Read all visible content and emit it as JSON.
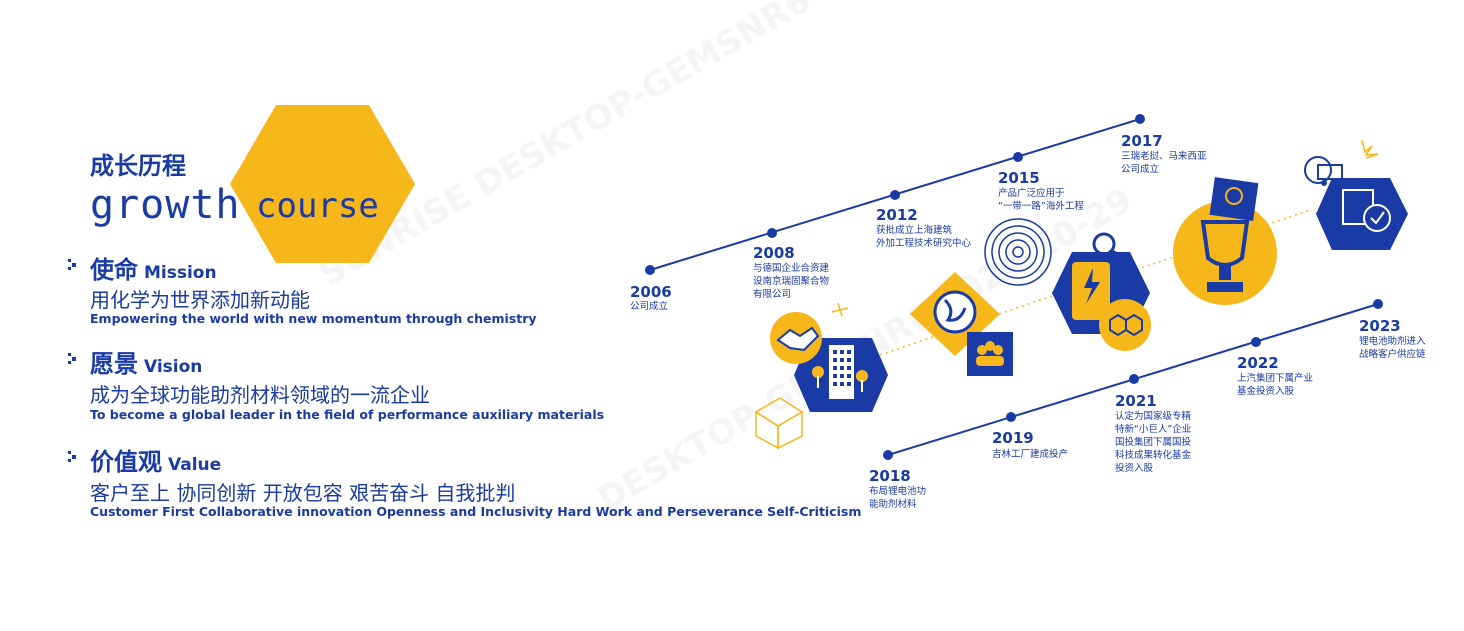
{
  "header": {
    "title_cn": "成长历程",
    "title_en_1": "growth",
    "title_en_2": "course"
  },
  "sections": [
    {
      "cn_head": "使命",
      "en_head": "Mission",
      "cn_text": "用化学为世界添加新动能",
      "en_text": "Empowering the world with new momentum through chemistry"
    },
    {
      "cn_head": "愿景",
      "en_head": "Vision",
      "cn_text": "成为全球功能助剂材料领域的一流企业",
      "en_text": "To become a global leader in the field of performance auxiliary materials"
    },
    {
      "cn_head": "价值观",
      "en_head": "Value",
      "cn_text": "客户至上 协同创新 开放包容  艰苦奋斗  自我批判",
      "en_text": "Customer First Collaborative innovation Openness and Inclusivity Hard Work and Perseverance Self-Criticism"
    }
  ],
  "timeline": [
    {
      "year": "2006",
      "lines": [
        "公司成立"
      ]
    },
    {
      "year": "2008",
      "lines": [
        "与德国企业合资建",
        "设南京瑞固聚合物",
        "有限公司"
      ]
    },
    {
      "year": "2012",
      "lines": [
        "获批成立上海建筑",
        "外加工程技术研究中心"
      ]
    },
    {
      "year": "2015",
      "lines": [
        "产品广泛应用于",
        "“一带一路”海外工程"
      ]
    },
    {
      "year": "2017",
      "lines": [
        "三瑞老挝、马来西亚",
        "公司成立"
      ]
    },
    {
      "year": "2018",
      "lines": [
        "布局锂电池功",
        "能助剂材料"
      ]
    },
    {
      "year": "2019",
      "lines": [
        "吉林工厂建成投产"
      ]
    },
    {
      "year": "2021",
      "lines": [
        "认定为国家级专精",
        "特新“小巨人”企业",
        "国投集团下属国投",
        "科技成果转化基金",
        "投资入股"
      ]
    },
    {
      "year": "2022",
      "lines": [
        "上汽集团下属产业",
        "基金投资入股"
      ]
    },
    {
      "year": "2023",
      "lines": [
        "锂电池助剂进入",
        "战略客户供应链"
      ]
    }
  ],
  "colors": {
    "blue": "#1a3aa6",
    "yellow": "#f6b71b"
  }
}
